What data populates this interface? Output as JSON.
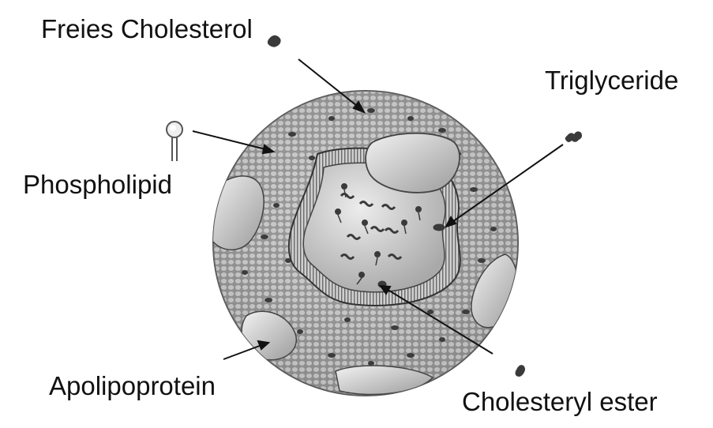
{
  "labels": {
    "free_cholesterol": "Freies Cholesterol",
    "phospholipid": "Phospholipid",
    "triglyceride": "Triglyceride",
    "apolipoprotein": "Apolipoprotein",
    "cholesteryl_ester": "Cholesteryl ester"
  },
  "colors": {
    "text": "#111111",
    "shell": "#9a9a9a",
    "shell_cell": "#d9d9d9",
    "core": "#c9c9c9",
    "protein": "#bdbdbd",
    "molecule": "#3a3a3a"
  }
}
